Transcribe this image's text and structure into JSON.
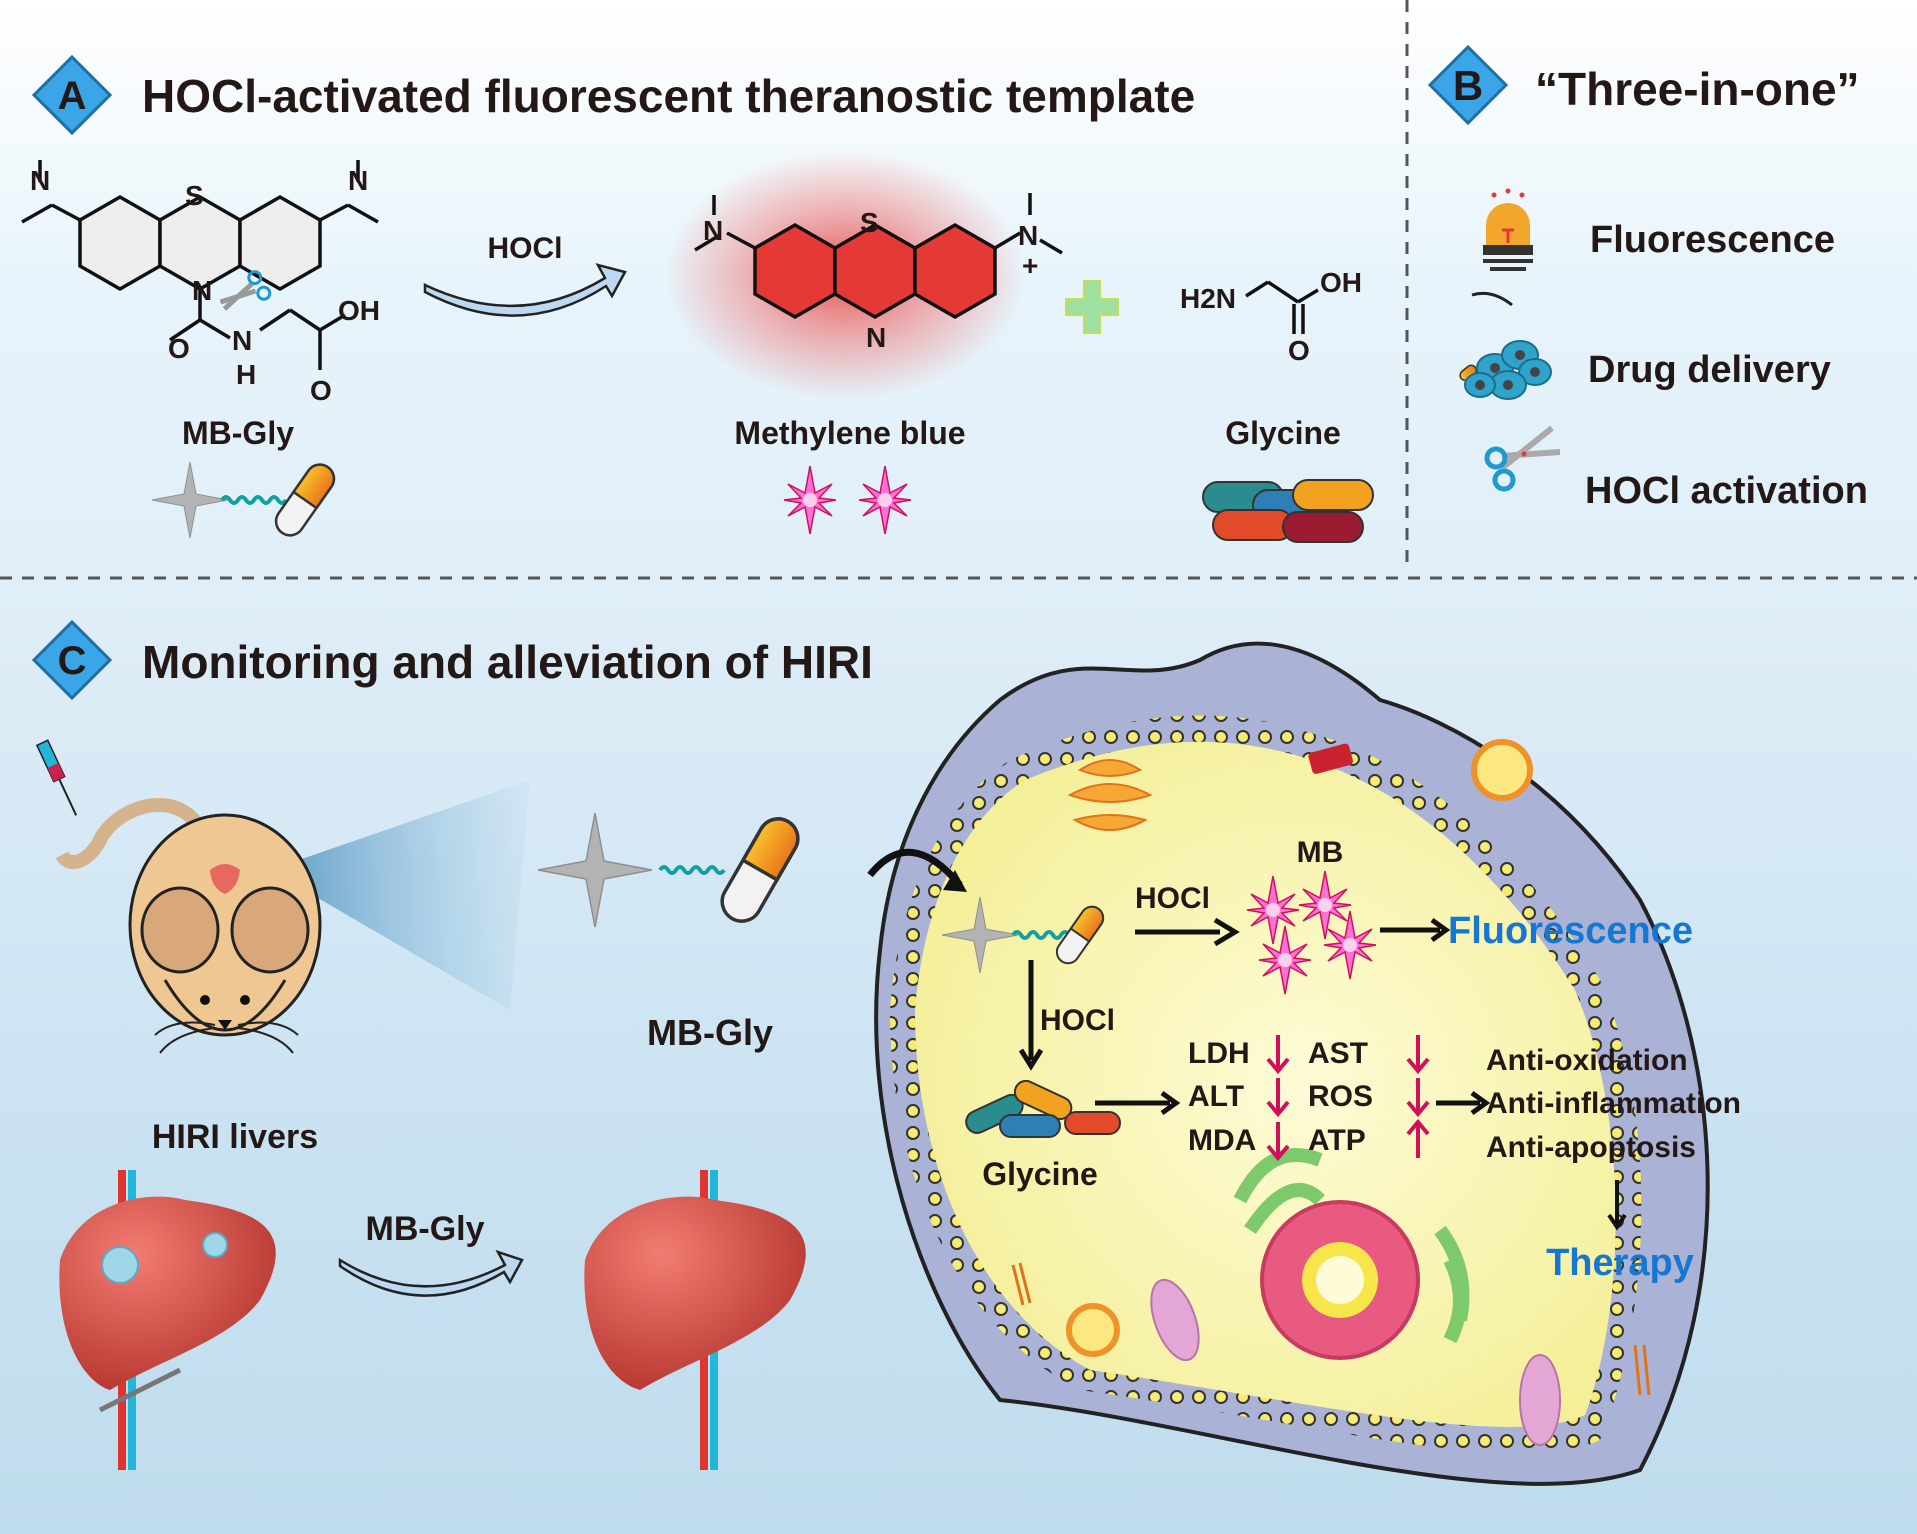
{
  "panel_a": {
    "badge": "A",
    "title": "HOCl-activated fluorescent theranostic template",
    "reagent_arrow_label": "HOCl",
    "compounds": [
      {
        "name": "MB-Gly",
        "atoms": [
          "S",
          "N",
          "N",
          "N",
          "O",
          "N",
          "H",
          "OH",
          "O"
        ]
      },
      {
        "name": "Methylene blue",
        "atoms": [
          "S",
          "N",
          "N",
          "N",
          "+"
        ]
      },
      {
        "name": "Glycine",
        "atoms": [
          "H2N",
          "OH",
          "O"
        ]
      }
    ],
    "plus_sign": "+"
  },
  "panel_b": {
    "badge": "B",
    "title": "“Three-in-one”",
    "features": [
      {
        "label": "Fluorescence",
        "icon": "alarm-light-icon"
      },
      {
        "label": "Drug delivery",
        "icon": "cells-with-capsule-icon"
      },
      {
        "label": "HOCl activation",
        "icon": "scissors-icon"
      }
    ]
  },
  "panel_c": {
    "badge": "C",
    "title": "Monitoring and alleviation of HIRI",
    "probe_label": "MB-Gly",
    "livers_label": "HIRI livers",
    "liver_arrow_label": "MB-Gly",
    "cell": {
      "hocl_top": "HOCl",
      "mb_label": "MB",
      "fluorescence": "Fluorescence",
      "hocl_down": "HOCl",
      "glycine": "Glycine",
      "markers": [
        {
          "name": "LDH",
          "trend": "down"
        },
        {
          "name": "AST",
          "trend": "down"
        },
        {
          "name": "ALT",
          "trend": "down"
        },
        {
          "name": "ROS",
          "trend": "down"
        },
        {
          "name": "MDA",
          "trend": "down"
        },
        {
          "name": "ATP",
          "trend": "up"
        }
      ],
      "effects": [
        "Anti-oxidation",
        "Anti-inflammation",
        "Anti-apoptosis"
      ],
      "therapy": "Therapy"
    }
  },
  "colors": {
    "badge_blue": "#3aa6e8",
    "mb_red": "#e53935",
    "arrow_magenta": "#d0105a",
    "label_blue": "#1677d2",
    "cytoplasm": "#f8f4a8",
    "membrane": "#7f8fc9",
    "outer_cell": "#aab3d6"
  }
}
